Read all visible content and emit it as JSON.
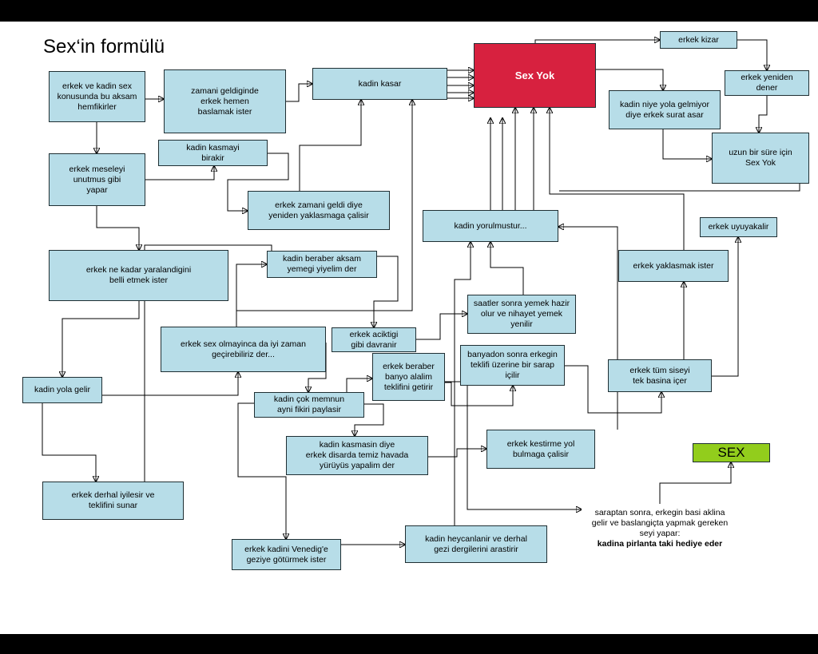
{
  "title": "Sex‘in formülü",
  "nodes": {
    "n1": "erkek ve kadin sex\nkonusunda bu aksam\nhemfikirler",
    "n2": "zamani geldiginde\nerkek hemen\nbaslamak ister",
    "n3": "kadin kasar",
    "sex_yok": "Sex Yok",
    "erkek_kizar": "erkek kizar",
    "yeniden_dener": "erkek yeniden\ndener",
    "surat_asar": "kadin niye yola gelmiyor\ndiye erkek surat asar",
    "uzun_sure": "uzun bir süre için\nSex Yok",
    "meseleyi_unutmus": "erkek meseleyi\nunutmus gibi\nyapar",
    "kasmayi_birakir": "kadin kasmayi\nbirakir",
    "yaklasmaga": "erkek zamani  geldi diye\nyeniden yaklasmaga  çalisir",
    "yorulmustur": "kadin yorulmustur...",
    "uyuyakalir": "erkek uyuyakalir",
    "yaralandigini": "erkek ne kadar yaralandigini\nbelli etmek ister",
    "aksam_yemegi": "kadin beraber aksam\nyemegi yiyelim der",
    "yaklasmak_ister": "erkek yaklasmak  ister",
    "yemek_hazir": "saatler sonra yemek hazir\nolur ve nihayet yemek\nyenilir",
    "aciktigi": "erkek aciktigi\ngibi davranir",
    "sex_olmayinca": "erkek sex olmayinca  da iyi zaman\ngeçirebiliriz der...",
    "banyodan_sonra": "banyadon sonra erkegin\nteklifi üzerine bir sarap\niçilir",
    "tum_siseyi": "erkek tüm siseyi\ntek basina içer",
    "banyo_teklif": "erkek beraber\nbanyo alalim\nteklifini getirir",
    "yola_gelir": "kadin yola gelir",
    "cok_memnun": "kadin çok memnun\nayni fikiri paylasir",
    "kasmasin": "kadin kasmasin  diye\nerkek disarda temiz havada\nyürüyüs yapalim  der",
    "kestirme_yol": "erkek kestirme yol\nbulmaga çalisir",
    "sex": "SEX",
    "iyilesir": "erkek derhal iyilesir ve\nteklifini sunar",
    "sarap_tips": "saraptan sonra, erkegin basi aklina\ngelir ve baslangiçta yapmak  gereken\nseyi yapar:",
    "sarap_tips_bold": "kadina pirlanta taki hediye eder",
    "venedik": "erkek kadini  Venedig'e\ngeziye götürmek ister",
    "heyecanlanir": "kadin heycanlanir  ve derhal\ngezi dergilerini arastirir"
  },
  "colors": {
    "box_fill": "#b7dde8",
    "sex_yok_fill": "#d7213f",
    "sex_fill": "#92cd1c",
    "frame": "#000000"
  }
}
